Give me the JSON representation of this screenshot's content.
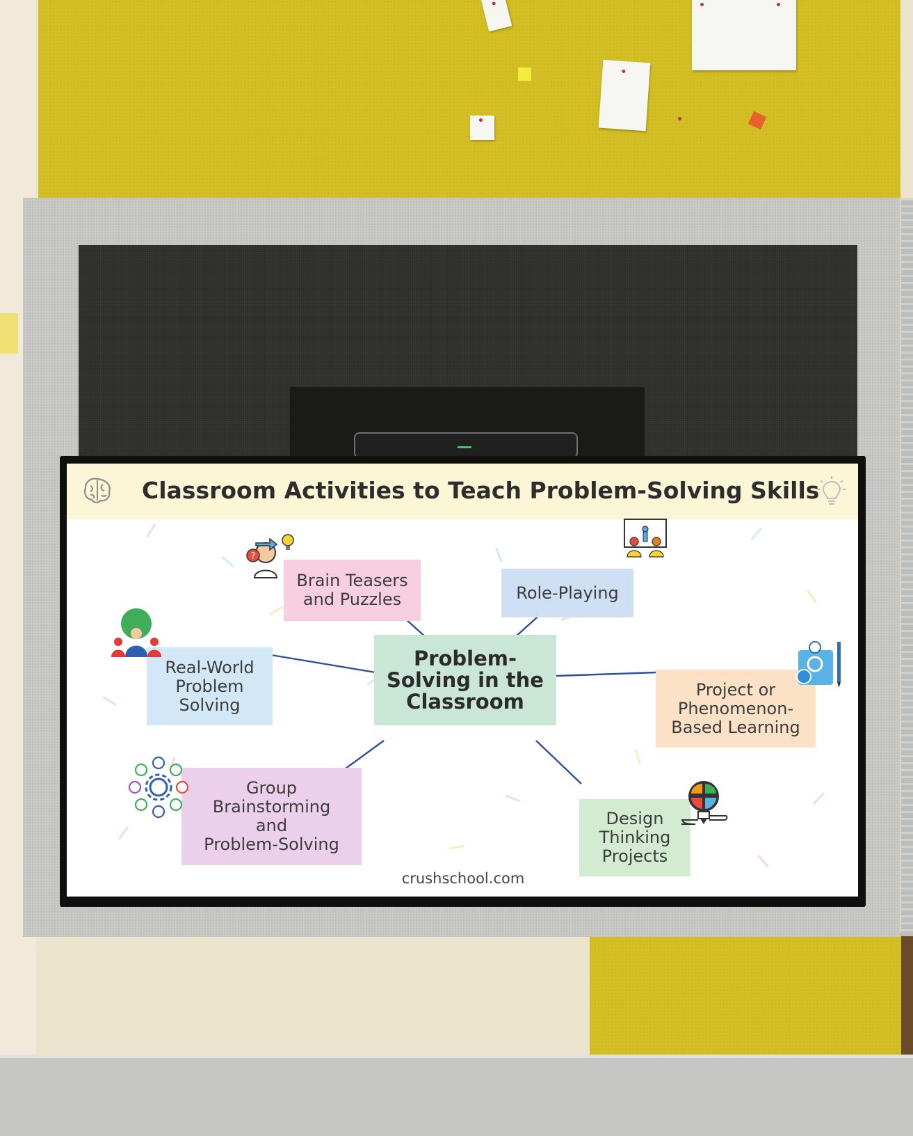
{
  "slide": {
    "title": "Classroom Activities to Teach Problem-Solving Skills",
    "footer": "crushschool.com"
  },
  "mindmap": {
    "center": "Problem-\nSolving in the\nClassroom",
    "nodes": [
      {
        "id": "brain-teasers",
        "label": "Brain Teasers\nand Puzzles",
        "color": "#f8cfe0"
      },
      {
        "id": "role-playing",
        "label": "Role-Playing",
        "color": "#cfe0f4"
      },
      {
        "id": "real-world",
        "label": "Real-World\nProblem\nSolving",
        "color": "#d2e8f6"
      },
      {
        "id": "project-phenomenon",
        "label": "Project or\nPhenomenon-\nBased Learning",
        "color": "#fbe2c7"
      },
      {
        "id": "group-brainstorming",
        "label": "Group\nBrainstorming\nand\nProblem-Solving",
        "color": "#eccfea"
      },
      {
        "id": "design-thinking",
        "label": "Design\nThinking\nProjects",
        "color": "#d3ecd1"
      }
    ],
    "center_color": "#c9e6d6",
    "link_color": "#2f4f96"
  },
  "icons": [
    "brain-icon",
    "lightbulb-icon",
    "puzzled-student-icon",
    "presentation-audience-icon",
    "globe-team-icon",
    "blueprint-tools-icon",
    "network-people-icon",
    "puzzle-bulb-icon"
  ]
}
